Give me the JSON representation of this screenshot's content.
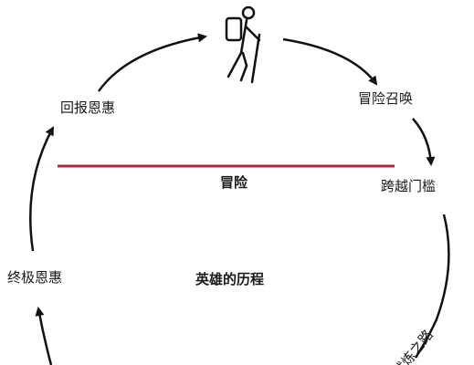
{
  "diagram": {
    "stages": {
      "return_grace": "回报恩惠",
      "call_to_adventure": "冒险召唤",
      "crossing_threshold": "跨越门槛",
      "ultimate_boon": "终极恩惠",
      "road_of_trials": "试炼之路"
    },
    "divider_label": "冒险",
    "center_title": "英雄的历程",
    "icons": {
      "hiker": "hiker-icon"
    },
    "colors": {
      "divider": "#b3243f",
      "arrow": "#111111"
    }
  }
}
